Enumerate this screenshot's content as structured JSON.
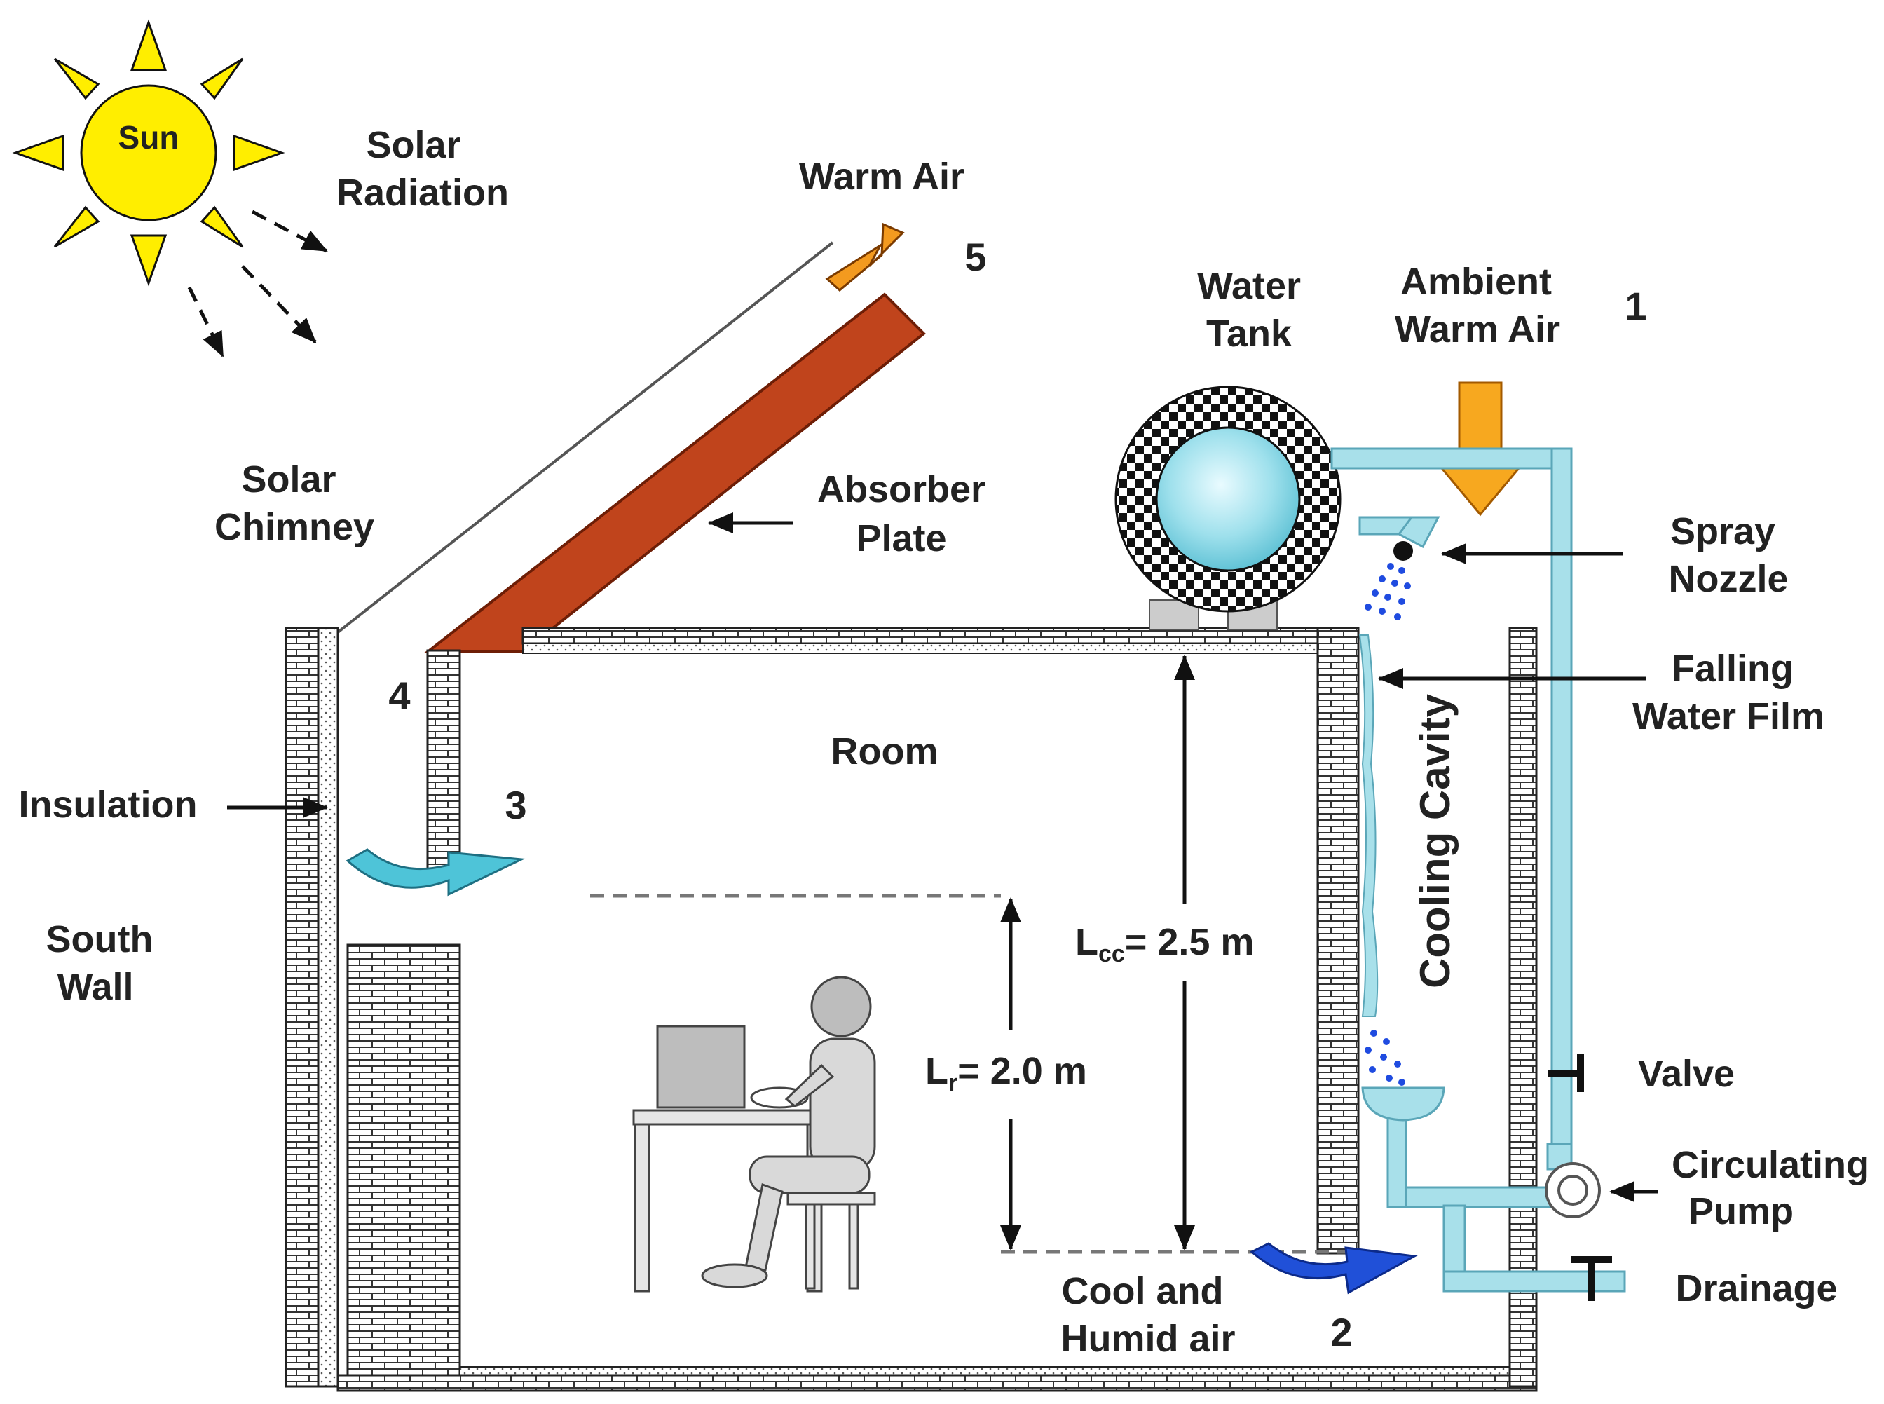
{
  "labels": {
    "sun": "Sun",
    "solar_radiation": [
      "Solar",
      "Radiation"
    ],
    "warm_air": "Warm Air",
    "num5": "5",
    "water_tank": [
      "Water",
      "Tank"
    ],
    "ambient_warm_air": [
      "Ambient",
      "Warm Air"
    ],
    "num1": "1",
    "solar_chimney": [
      "Solar",
      "Chimney"
    ],
    "absorber_plate": [
      "Absorber",
      "Plate"
    ],
    "spray_nozzle": [
      "Spray",
      "Nozzle"
    ],
    "falling_water_film": [
      "Falling",
      "Water Film"
    ],
    "num4": "4",
    "room": "Room",
    "insulation": "Insulation",
    "num3": "3",
    "cooling_cavity": "Cooling Cavity",
    "south_wall": [
      "South",
      "Wall"
    ],
    "lcc_main": "L",
    "lcc_sub": "cc",
    "lcc_value": "= 2.5 m",
    "lr_main": "L",
    "lr_sub": "r",
    "lr_value": "= 2.0 m",
    "valve": "Valve",
    "circulating_pump": [
      "Circulating",
      "Pump"
    ],
    "cool_humid_air": [
      "Cool and",
      "Humid air"
    ],
    "num2": "2",
    "drainage": "Drainage"
  },
  "colors": {
    "brick_line": "#333333",
    "absorber": "#c0441c",
    "pipe": "#a8e0ea",
    "pipe_stroke": "#5aa6b8",
    "sun": "#ffee00",
    "warm_arrow": "#f39a1f",
    "cool_arrow": "#2050d8",
    "recirc_arrow": "#4ec4d8",
    "droplets": "#1f4be0"
  }
}
